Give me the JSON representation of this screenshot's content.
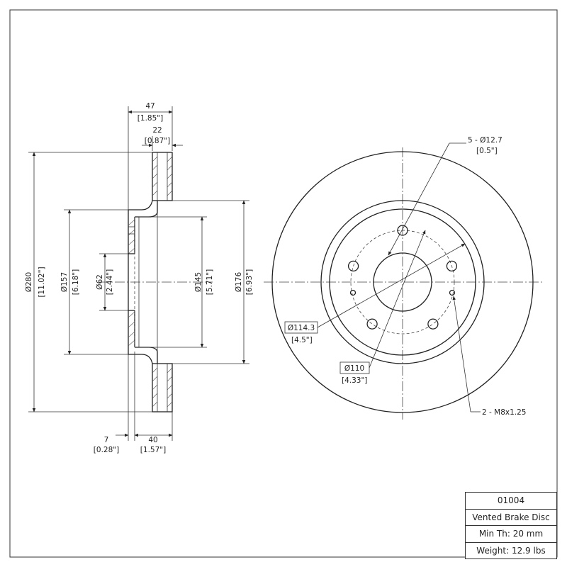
{
  "side_view": {
    "overall_width": {
      "mm": "47",
      "in": "[1.85\"]"
    },
    "hub_width": {
      "mm": "22",
      "in": "[0.87\"]"
    },
    "outer_diameter": {
      "mm": "Ø280",
      "in": "[11.02\"]"
    },
    "hat_diameter": {
      "mm": "Ø157",
      "in": "[6.18\"]"
    },
    "center_bore": {
      "mm": "Ø62",
      "in": "[2.44\"]"
    },
    "inner_hat": {
      "mm": "Ø145",
      "in": "[5.71\"]"
    },
    "inner_friction_edge": {
      "mm": "Ø176",
      "in": "[6.93\"]"
    },
    "hat_offset": {
      "mm": "7",
      "in": "[0.28\"]"
    },
    "rotor_thickness": {
      "mm": "40",
      "in": "[1.57\"]"
    }
  },
  "front_view": {
    "stud_holes": {
      "mm": "5 - Ø12.7",
      "in": "[0.5\"]"
    },
    "bolt_circle": {
      "mm": "Ø114.3",
      "in": "[4.5\"]"
    },
    "pilot_circle": {
      "mm": "Ø110",
      "in": "[4.33\"]"
    },
    "threaded_holes": {
      "label": "2 - M8x1.25"
    }
  },
  "title_block": {
    "part_number": "01004",
    "description": "Vented Brake Disc",
    "min_thickness": "Min Th: 20 mm",
    "weight": "Weight: 12.9 lbs"
  }
}
